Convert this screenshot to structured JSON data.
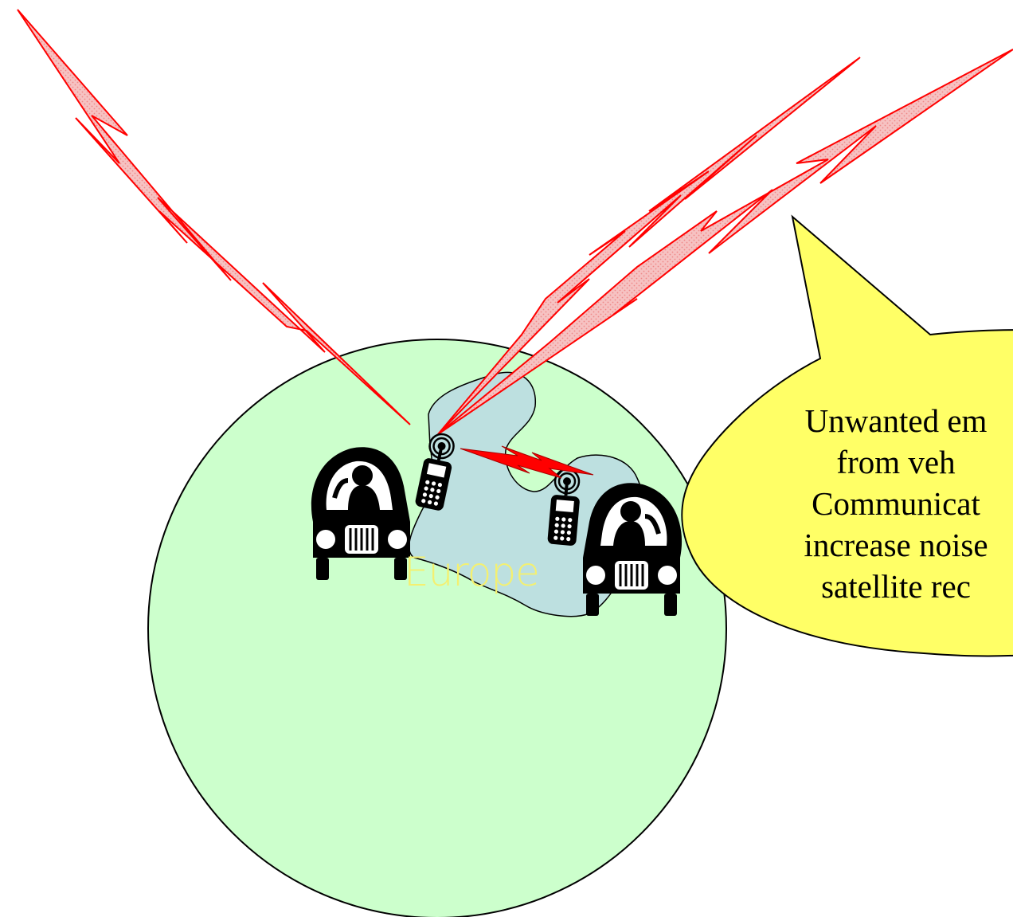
{
  "diagram": {
    "region_label": "Europe",
    "callout_lines": [
      "Unwanted em",
      "from veh",
      "Communicat",
      "increase noise",
      "satellite rec"
    ],
    "colors": {
      "globe_fill": "#ccffcc",
      "region_fill": "#bde0e0",
      "callout_fill": "#ffff66",
      "lightning": "#ff0000",
      "beam_fill": "#f6b9b9",
      "label": "#f4f070"
    },
    "icons": [
      "car-driver-icon",
      "mobile-phone-icon",
      "lightning-bolt-icon",
      "satellite-beam-icon"
    ]
  }
}
